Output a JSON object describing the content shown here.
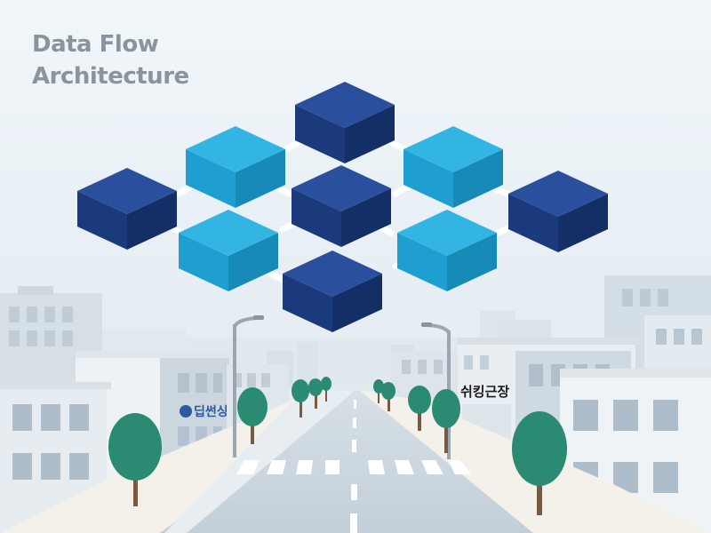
{
  "title_line1": "Data Flow",
  "title_line2": "Architecture",
  "signs": {
    "left": "딥썬싱",
    "right": "쉬킹근장"
  },
  "colors": {
    "navy_block": "#1d3f86",
    "cyan_block": "#27a7d8",
    "connector": "#ffffff",
    "tree": "#2b8a72",
    "sign_blue": "#2e5a9c",
    "sign_black": "#1b1b1b"
  }
}
